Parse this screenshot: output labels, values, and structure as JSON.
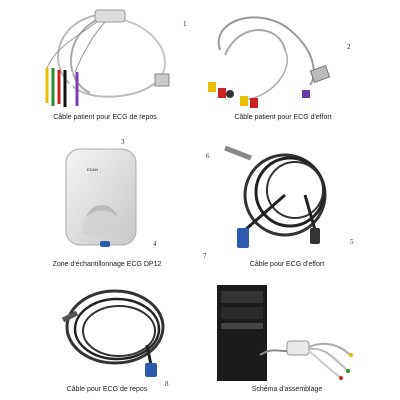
{
  "figures": [
    {
      "caption": "Câble patient pour ECG de repos"
    },
    {
      "caption": "Câble patient pour ECG d'effort"
    },
    {
      "caption": "Zone d'échantillonnage ECG DP12"
    },
    {
      "caption": "Câble pour ECG d'effort"
    },
    {
      "caption": "Câble pour ECG de repos"
    },
    {
      "caption": "Schéma d'assemblage"
    }
  ],
  "device_logo": "EDAN",
  "callouts": [
    "1",
    "2",
    "3",
    "4",
    "5",
    "6",
    "7",
    "8"
  ]
}
